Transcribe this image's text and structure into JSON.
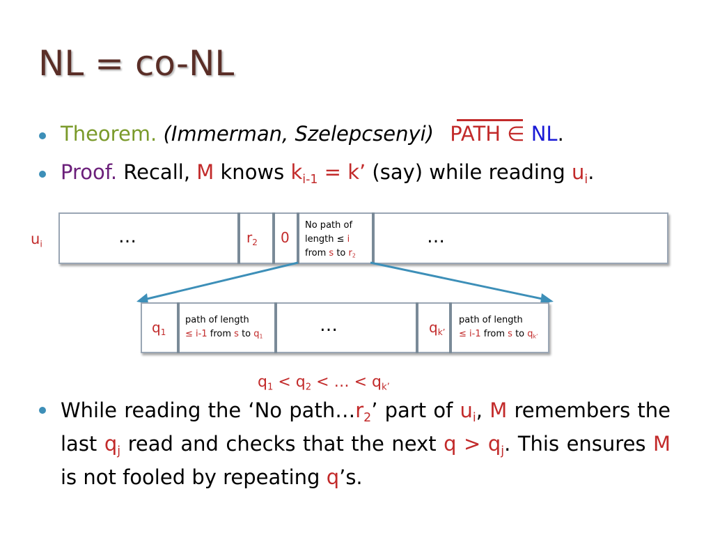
{
  "title": "NL = co-NL",
  "bullets": {
    "theorem": {
      "label": "Theorem.",
      "attribution": "(Immerman, Szelepcsenyi)",
      "path": "PATH",
      "in": "∈",
      "nl": "NL",
      "end": "."
    },
    "proof": {
      "label": "Proof.",
      "t1": "Recall,",
      "m": "M",
      "t2": "knows",
      "k": "k",
      "k_sub": "i-1",
      "t3": "= k’",
      "t4": "(say) while reading",
      "u": "u",
      "u_sub": "i",
      "end": "."
    }
  },
  "tape_top": {
    "label": "u",
    "label_sub": "i",
    "dots_left": "…",
    "r2": "r",
    "r2_sub": "2",
    "zero": "0",
    "np_line1": "No path of",
    "np_line2a": "length ≤",
    "np_line2b": "i",
    "np_line3a": "from",
    "np_line3b": "s",
    "np_line3c": "to",
    "np_line3d": "r",
    "np_line3d_sub": "2",
    "dots_right": "…"
  },
  "tape_bottom": {
    "q1": "q",
    "q1_sub": "1",
    "p1_line1": "path of length",
    "p1_line2a": "≤ i-1",
    "p1_line2b": "from",
    "p1_line2c": "s",
    "p1_line2d": "to",
    "p1_line2e": "q",
    "p1_line2e_sub": "1",
    "dots": "…",
    "qk": "q",
    "qk_sub": "k’",
    "p2_line1": "path of length",
    "p2_line2a": "≤ i-1",
    "p2_line2b": "from",
    "p2_line2c": "s",
    "p2_line2d": "to",
    "p2_line2e": "q",
    "p2_line2e_sub": "k’"
  },
  "ordering": {
    "a": "q",
    "a_sub": "1",
    "lt1": "<",
    "b": "q",
    "b_sub": "2",
    "rest": "< … <",
    "c": "q",
    "c_sub": "k’"
  },
  "para": {
    "w1": "While reading the ‘No path…",
    "r": "r",
    "r_sub": "2",
    "w2": "’ part of",
    "u": "u",
    "u_sub": "i",
    "comma": ",",
    "m": "M",
    "w3": "remembers the last",
    "qj": "q",
    "qj_sub": "j",
    "w4": "read and checks that the next",
    "q": "q",
    "gt": ">",
    "q2": "q",
    "q2_sub": "j",
    "w5": ". This ensures",
    "m2": "M",
    "w6": "is not fooled by repeating",
    "q3": "q",
    "w7": "’s."
  },
  "colors": {
    "title": "#5a2e27",
    "bullet": "#3d8fb8",
    "theorem": "#7a9a2a",
    "proof": "#6b1f7a",
    "red": "#c22a2a",
    "blue": "#1a1ad6",
    "connector": "#3d8fb8"
  }
}
